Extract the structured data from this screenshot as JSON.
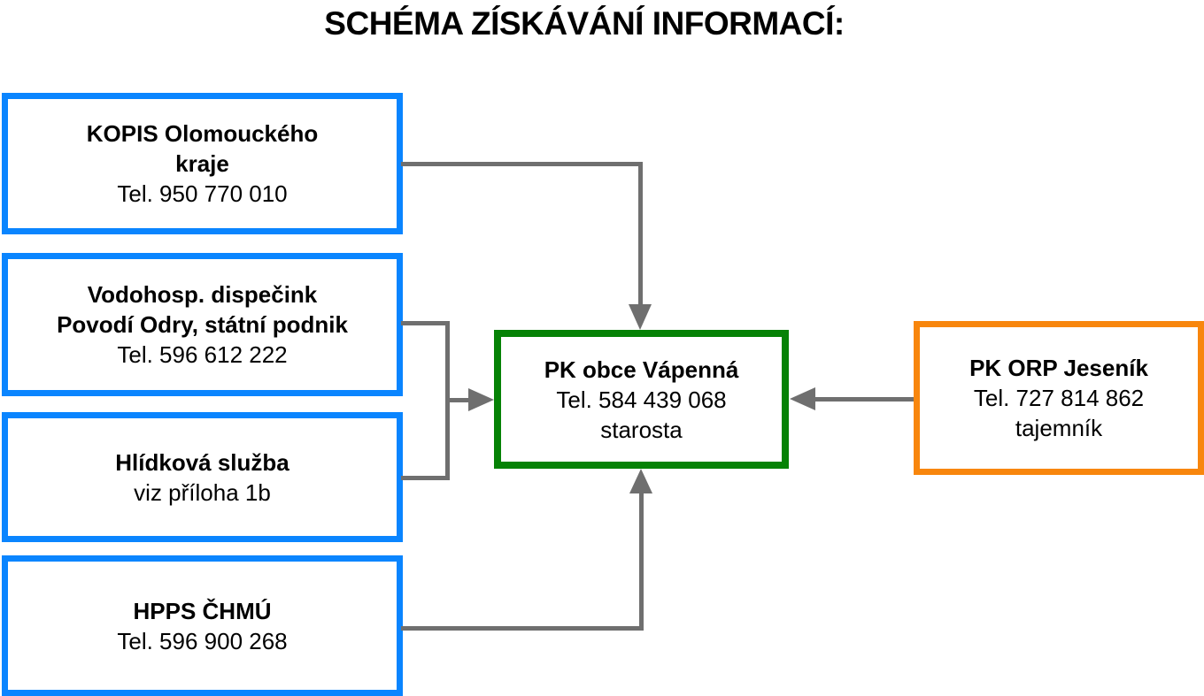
{
  "title": "SCHÉMA ZÍSKÁVÁNÍ INFORMACÍ:",
  "colors": {
    "source_box_border": "#0A85FF",
    "center_box_border": "#068206",
    "right_box_border": "#F8860D",
    "connector": "#6F6F6F",
    "text": "#000000",
    "background": "#FFFFFF"
  },
  "nodes": {
    "kopis": {
      "lines": [
        "KOPIS Olomouckého",
        "kraje",
        "Tel. 950 770 010"
      ]
    },
    "vodohosp": {
      "lines": [
        "Vodohosp. dispečink",
        "Povodí Odry, státní podnik",
        "Tel. 596 612 222"
      ]
    },
    "hlidkova": {
      "lines": [
        "Hlídková služba",
        "viz příloha 1b"
      ]
    },
    "hpps": {
      "lines": [
        "HPPS ČHMÚ",
        "Tel. 596 900 268"
      ]
    },
    "pk_obce": {
      "lines": [
        "PK obce Vápenná",
        "Tel. 584 439 068",
        "starosta"
      ]
    },
    "pk_orp": {
      "lines": [
        "PK ORP Jeseník",
        "Tel. 727 814 862",
        "tajemník"
      ]
    }
  },
  "connections": [
    {
      "from": "kopis",
      "to": "pk_obce",
      "enters": "top"
    },
    {
      "from": "vodohosp",
      "to": "pk_obce",
      "enters": "left"
    },
    {
      "from": "hlidkova",
      "to": "pk_obce",
      "enters": "left"
    },
    {
      "from": "hpps",
      "to": "pk_obce",
      "enters": "bottom"
    },
    {
      "from": "pk_orp",
      "to": "pk_obce",
      "enters": "right"
    }
  ]
}
